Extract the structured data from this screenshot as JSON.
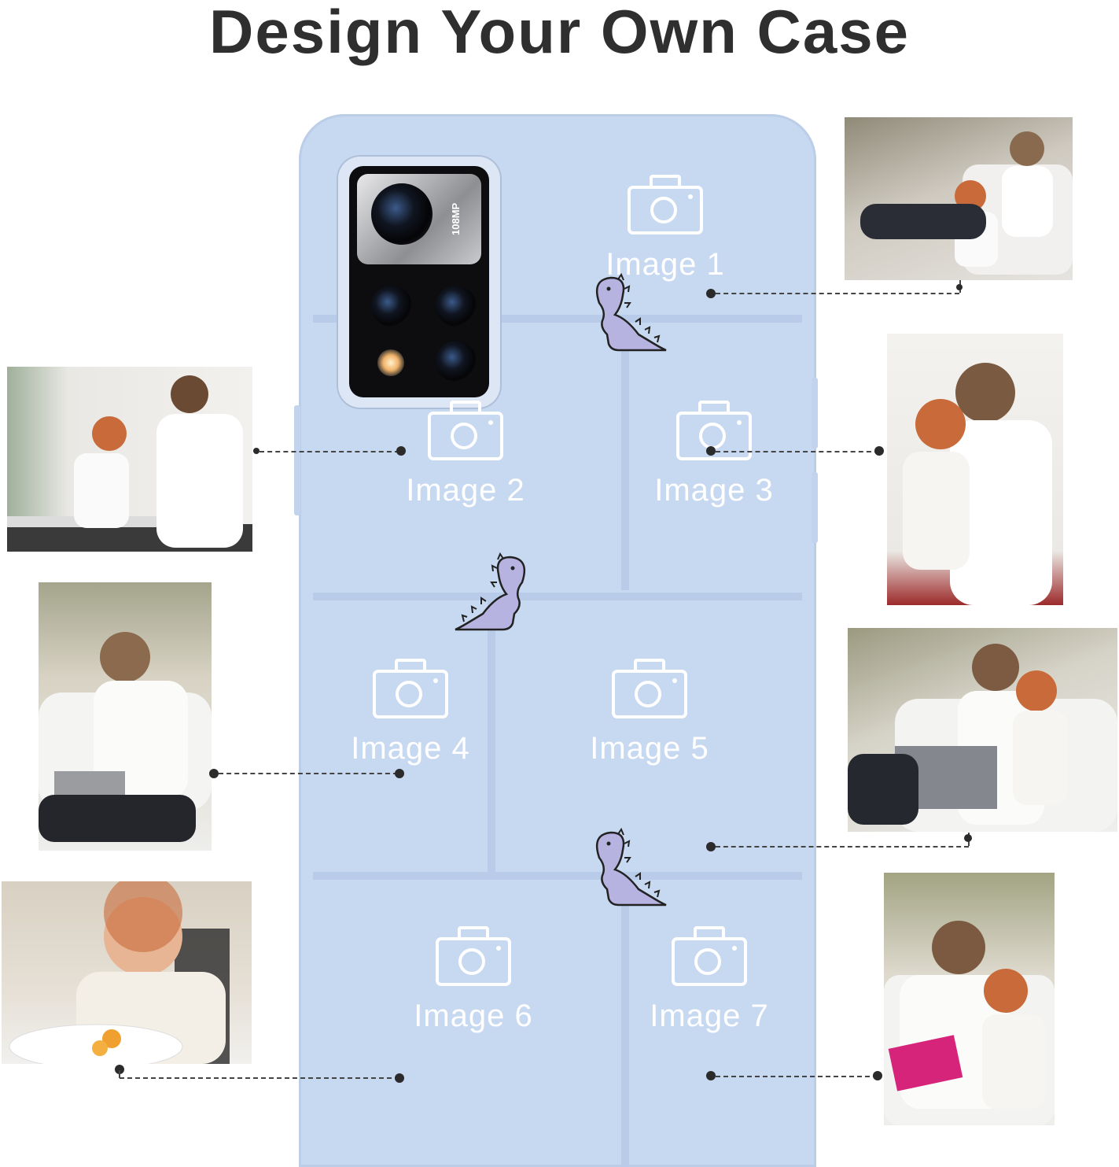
{
  "title": "Design Your Own Case",
  "colors": {
    "case": "#c7d8f1",
    "label": "#ffffff",
    "dino": "#b7b3e0",
    "title": "#2f2f2f"
  },
  "camera": {
    "badge": "108MP"
  },
  "slots": [
    {
      "label": "Image 1",
      "icon": "camera-icon"
    },
    {
      "label": "Image 2",
      "icon": "camera-icon"
    },
    {
      "label": "Image 3",
      "icon": "camera-icon"
    },
    {
      "label": "Image 4",
      "icon": "camera-icon"
    },
    {
      "label": "Image 5",
      "icon": "camera-icon"
    },
    {
      "label": "Image 6",
      "icon": "camera-icon"
    },
    {
      "label": "Image 7",
      "icon": "camera-icon"
    }
  ],
  "photos": [
    {
      "subject": "father and child on sofa with laptop",
      "tone": "#d9d6cf"
    },
    {
      "subject": "father and child in kitchen",
      "tone": "#e9e7e2"
    },
    {
      "subject": "child kissing father",
      "tone": "#f0eeea"
    },
    {
      "subject": "man laughing on phone with laptop",
      "tone": "#d8d4cb"
    },
    {
      "subject": "father and child with laptop on sofa",
      "tone": "#cfcac1"
    },
    {
      "subject": "toddler eating at table",
      "tone": "#e7e3dc"
    },
    {
      "subject": "father and child reading a book",
      "tone": "#d6d1c6"
    }
  ]
}
